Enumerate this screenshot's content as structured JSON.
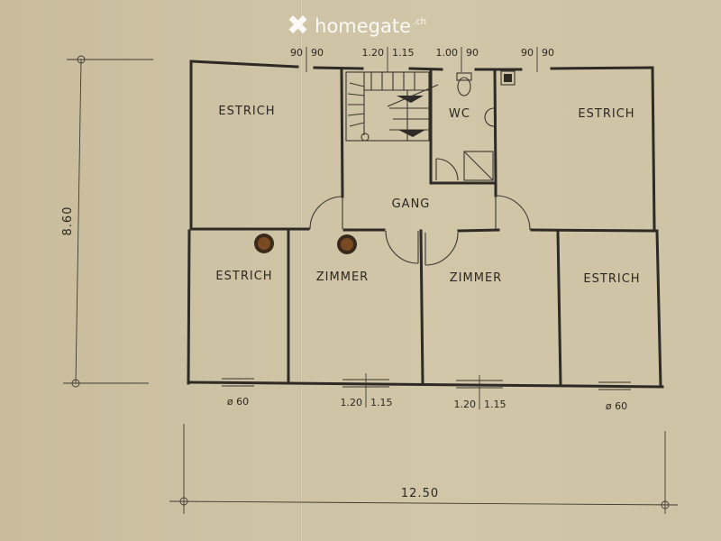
{
  "logo": {
    "mark": "✖",
    "word": "homegate",
    "tld": ".ch"
  },
  "rooms": {
    "estrich_top_left": "ESTRICH",
    "wc": "WC",
    "estrich_top_right": "ESTRICH",
    "gang": "GANG",
    "estrich_bottom_left": "ESTRICH",
    "zimmer_left": "ZIMMER",
    "zimmer_right": "ZIMMER",
    "estrich_bottom_right": "ESTRICH"
  },
  "dimensions": {
    "top_1a": "90",
    "top_1b": "90",
    "top_2a": "1.20",
    "top_2b": "1.15",
    "top_3a": "1.00",
    "top_3b": "90",
    "top_4a": "90",
    "top_4b": "90",
    "bottom_1": "ø 60",
    "bottom_2a": "1.20",
    "bottom_2b": "1.15",
    "bottom_3a": "1.20",
    "bottom_3b": "1.15",
    "bottom_4": "ø 60",
    "height": "8.60",
    "width": "12.50"
  }
}
